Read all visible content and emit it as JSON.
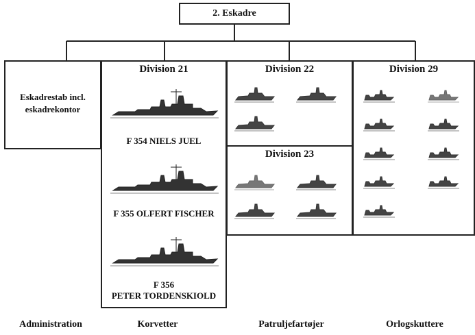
{
  "root": {
    "label": "2. Eskadre"
  },
  "admin": {
    "label_line1": "Eskadrestab incl.",
    "label_line2": "eskadrekontor"
  },
  "div21": {
    "title": "Division 21",
    "ships": [
      {
        "name": "F 354 NIELS JUEL"
      },
      {
        "name": "F 355 OLFERT FISCHER"
      },
      {
        "name_line1": "F 356",
        "name_line2": "PETER TORDENSKIOLD"
      }
    ]
  },
  "div22": {
    "title": "Division 22",
    "ship_count": 3
  },
  "div23": {
    "title": "Division 23",
    "ship_count": 4
  },
  "div29": {
    "title": "Division 29",
    "ship_count": 9
  },
  "categories": {
    "administration": "Administration",
    "korvetter": "Korvetter",
    "patruljefartojer": "Patruljefartøjer",
    "orlogskuttere": "Orlogskuttere"
  },
  "icons": {
    "corvette": "corvette-icon",
    "patrol": "patrol-vessel-icon",
    "cutter": "cutter-icon"
  }
}
